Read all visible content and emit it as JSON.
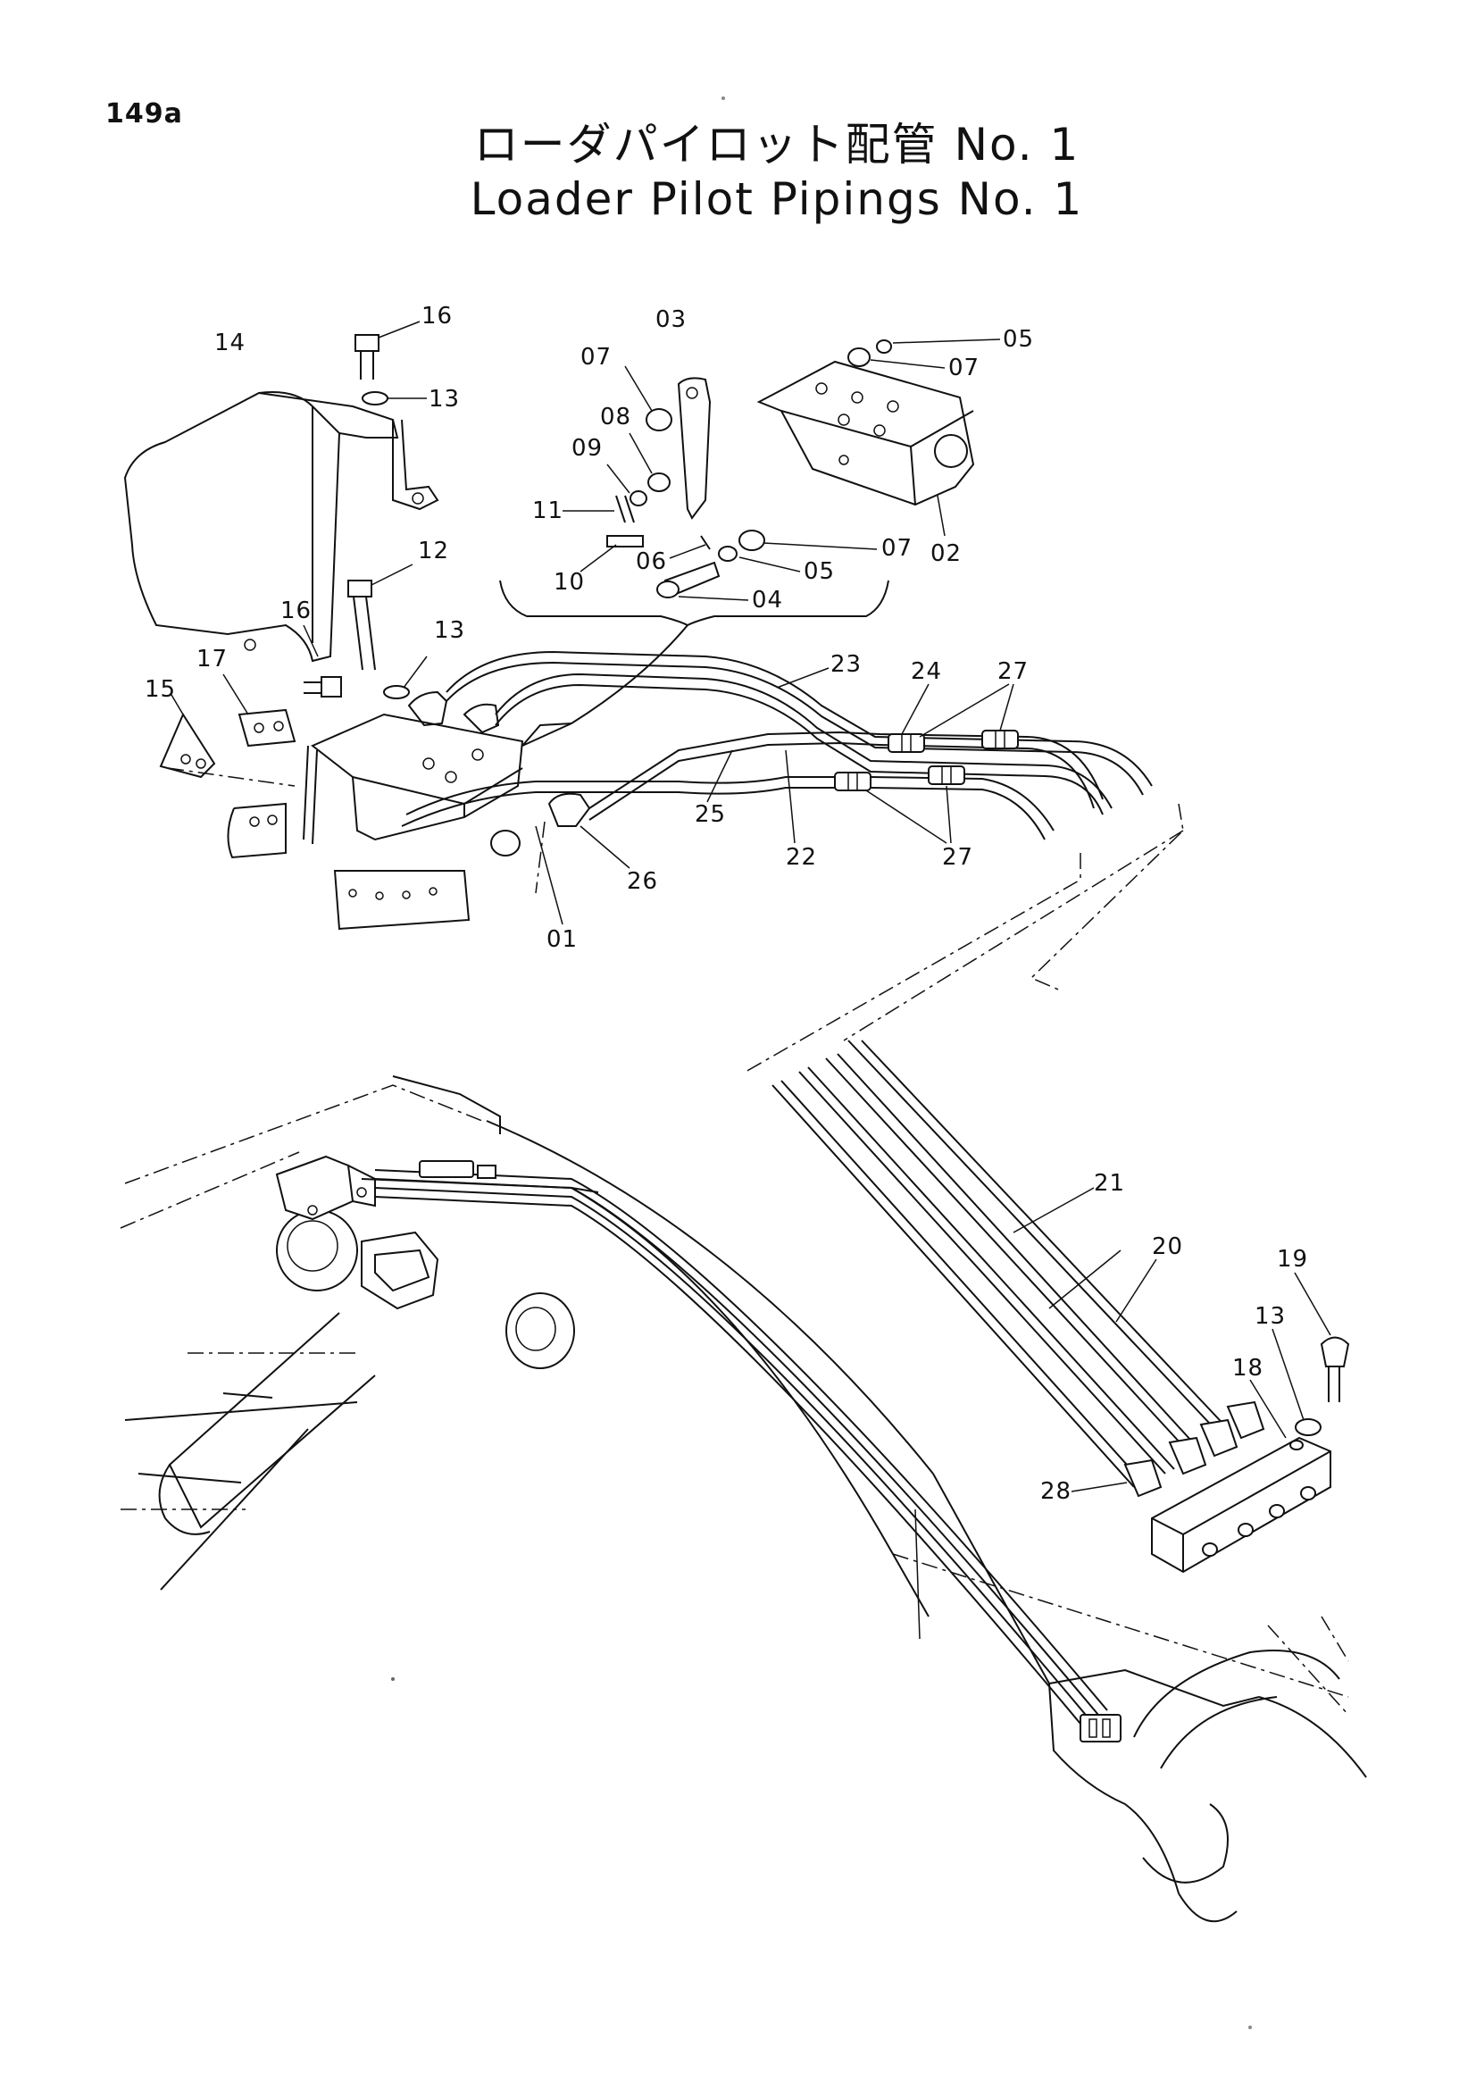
{
  "page_number": "149a",
  "title": {
    "japanese": "ローダパイロット配管 No. 1",
    "english": "Loader Pilot Pipings No. 1"
  },
  "callouts": [
    "16",
    "14",
    "13",
    "03",
    "07",
    "05",
    "07",
    "08",
    "09",
    "11",
    "10",
    "06",
    "07",
    "05",
    "04",
    "02",
    "12",
    "16",
    "17",
    "13",
    "15",
    "23",
    "24",
    "27",
    "25",
    "22",
    "27",
    "26",
    "01",
    "21",
    "20",
    "19",
    "13",
    "18",
    "28"
  ]
}
